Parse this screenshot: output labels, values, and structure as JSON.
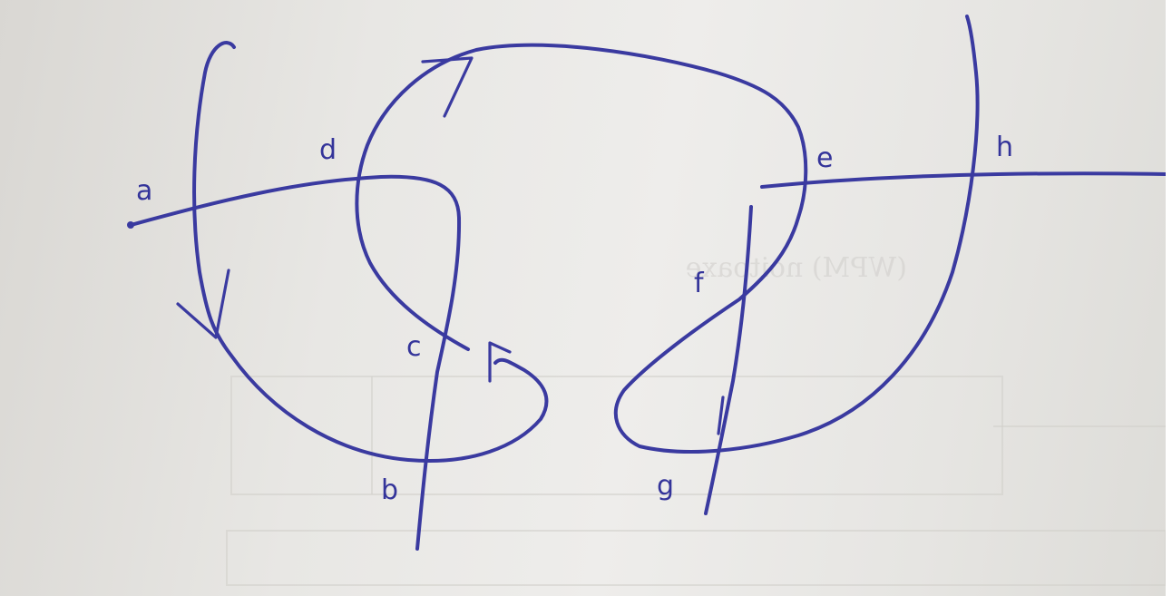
{
  "labels": {
    "a": "a",
    "b": "b",
    "c": "c",
    "d": "d",
    "e": "e",
    "f": "f",
    "g": "g",
    "h": "h"
  },
  "colors": {
    "ink": "#3a3aa0",
    "paper": "#e8e7e4"
  }
}
